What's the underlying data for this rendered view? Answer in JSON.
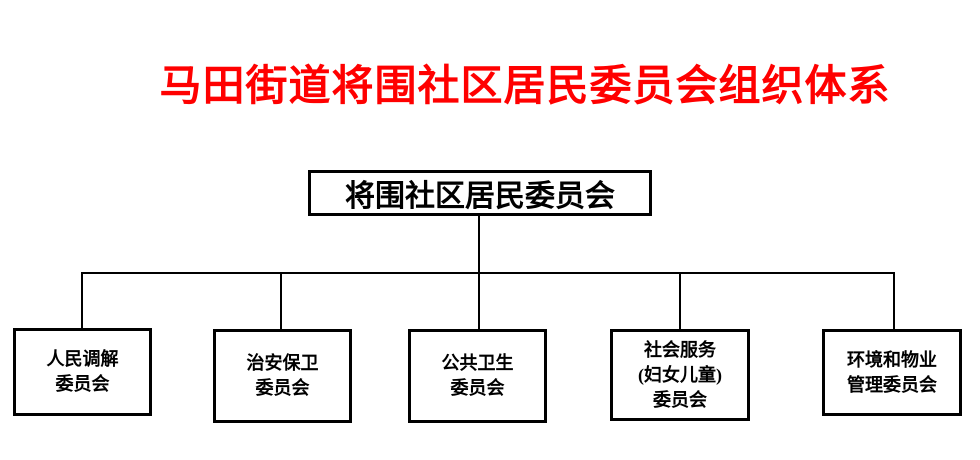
{
  "title": {
    "text": "马田街道将围社区居民委员会组织体系",
    "color": "#ff0000"
  },
  "org_chart": {
    "line_color": "#000000",
    "box_border_color": "#000000",
    "root": {
      "label": "将围社区居民委员会"
    },
    "children": [
      {
        "id": "people-mediation",
        "lines": [
          "人民调解",
          "委员会"
        ]
      },
      {
        "id": "public-security",
        "lines": [
          "治安保卫",
          "委员会"
        ]
      },
      {
        "id": "public-health",
        "lines": [
          "公共卫生",
          "委员会"
        ]
      },
      {
        "id": "social-services",
        "lines": [
          "社会服务",
          "(妇女儿童)",
          "委员会"
        ]
      },
      {
        "id": "environment-property",
        "lines": [
          "环境和物业",
          "管理委员会"
        ]
      }
    ]
  }
}
